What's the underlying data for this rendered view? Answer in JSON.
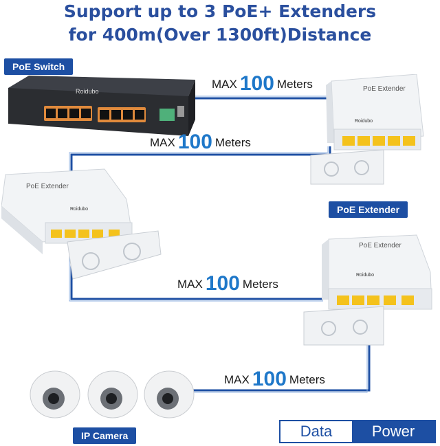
{
  "heading": {
    "line1": "Support up to 3 PoE+ Extenders",
    "line2": "for 400m(Over 1300ft)Distance"
  },
  "labels": {
    "switch": "PoE Switch",
    "extender": "PoE Extender",
    "camera": "IP Camera"
  },
  "device_text": {
    "brand": "Roidubo",
    "extender_name": "PoE Extender"
  },
  "segments": [
    {
      "prefix": "MAX",
      "value": "100",
      "unit": "Meters"
    },
    {
      "prefix": "MAX",
      "value": "100",
      "unit": "Meters"
    },
    {
      "prefix": "MAX",
      "value": "100",
      "unit": "Meters"
    },
    {
      "prefix": "MAX",
      "value": "100",
      "unit": "Meters"
    }
  ],
  "legend": {
    "data": "Data",
    "power": "Power"
  },
  "colors": {
    "brand_blue": "#1d4fa3",
    "title_blue": "#2a4f9e",
    "number_blue": "#1f78c9"
  }
}
